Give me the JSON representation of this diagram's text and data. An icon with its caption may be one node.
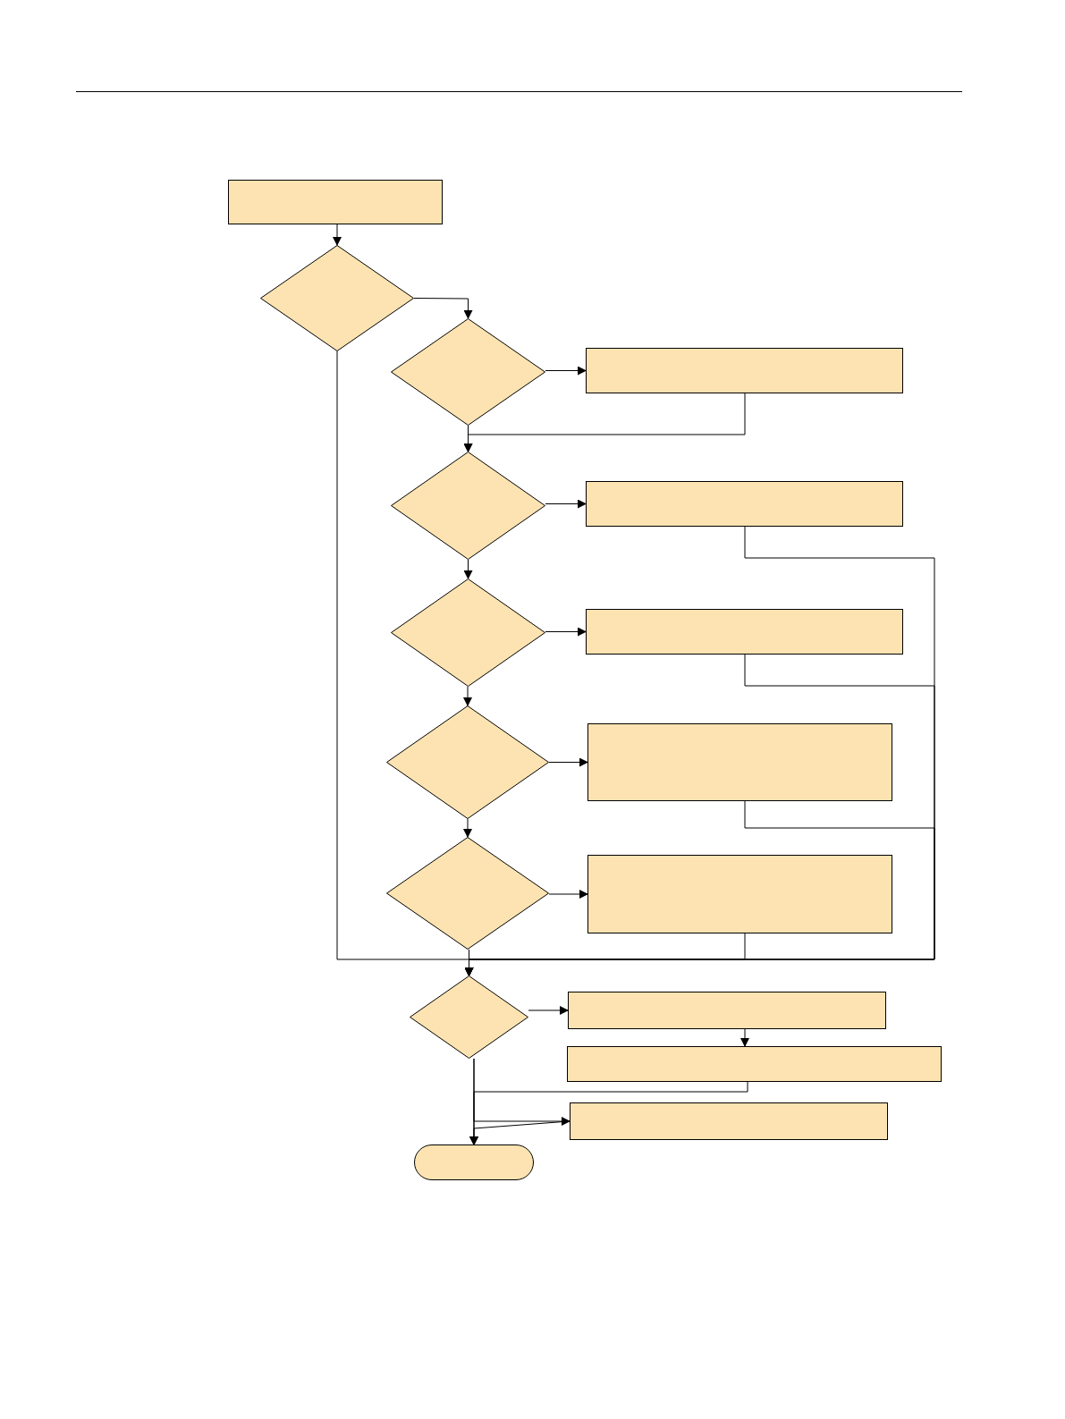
{
  "diagram": {
    "nodes": [
      {
        "text": [],
        "shape": "box"
      },
      {
        "text": [],
        "shape": "diamond"
      },
      {
        "text": [],
        "shape": "diamond"
      },
      {
        "text": [],
        "shape": "box"
      },
      {
        "text": [],
        "shape": "diamond"
      },
      {
        "text": [],
        "shape": "box"
      },
      {
        "text": [],
        "shape": "diamond"
      },
      {
        "text": [],
        "shape": "box"
      },
      {
        "text": [],
        "shape": "diamond"
      },
      {
        "text": [],
        "shape": "box"
      },
      {
        "text": [],
        "shape": "diamond"
      },
      {
        "text": [],
        "shape": "box"
      },
      {
        "text": [],
        "shape": "diamond"
      },
      {
        "text": [],
        "shape": "box"
      },
      {
        "text": [],
        "shape": "box"
      },
      {
        "text": [],
        "shape": "box"
      },
      {
        "text": [],
        "shape": "terminal"
      }
    ],
    "edges": [
      {
        "from": 0,
        "to": 1,
        "arrow": "to"
      },
      {
        "from": 1,
        "to": 2,
        "arrow": "to"
      },
      {
        "from": 2,
        "to": 3,
        "arrow": "to"
      },
      {
        "from": 3,
        "to": 4,
        "arrow": "to"
      },
      {
        "from": 2,
        "to": 4,
        "arrow": "to"
      },
      {
        "from": 4,
        "to": 5,
        "arrow": "to"
      },
      {
        "from": 4,
        "to": 6,
        "arrow": "to"
      },
      {
        "from": 5,
        "to": 12,
        "arrow": "to"
      },
      {
        "from": 6,
        "to": 7,
        "arrow": "to"
      },
      {
        "from": 7,
        "to": 12,
        "arrow": "to"
      },
      {
        "from": 6,
        "to": 8,
        "arrow": "to"
      },
      {
        "from": 8,
        "to": 9,
        "arrow": "to"
      },
      {
        "from": 9,
        "to": 12,
        "arrow": "to"
      },
      {
        "from": 8,
        "to": 10,
        "arrow": "to"
      },
      {
        "from": 10,
        "to": 11,
        "arrow": "to"
      },
      {
        "from": 11,
        "to": 12,
        "arrow": "to"
      },
      {
        "from": 10,
        "to": 12,
        "arrow": "to"
      },
      {
        "from": 1,
        "to": 12,
        "arrow": "to"
      },
      {
        "from": 12,
        "to": 13,
        "arrow": "to"
      },
      {
        "from": 13,
        "to": 14,
        "arrow": "to"
      },
      {
        "from": 14,
        "to": 16,
        "arrow": "to"
      },
      {
        "from": 12,
        "to": 16,
        "arrow": "to"
      },
      {
        "from": 12,
        "to": 15,
        "arrow": "to"
      },
      {
        "from": 15,
        "to": 16,
        "arrow": "to"
      }
    ]
  }
}
